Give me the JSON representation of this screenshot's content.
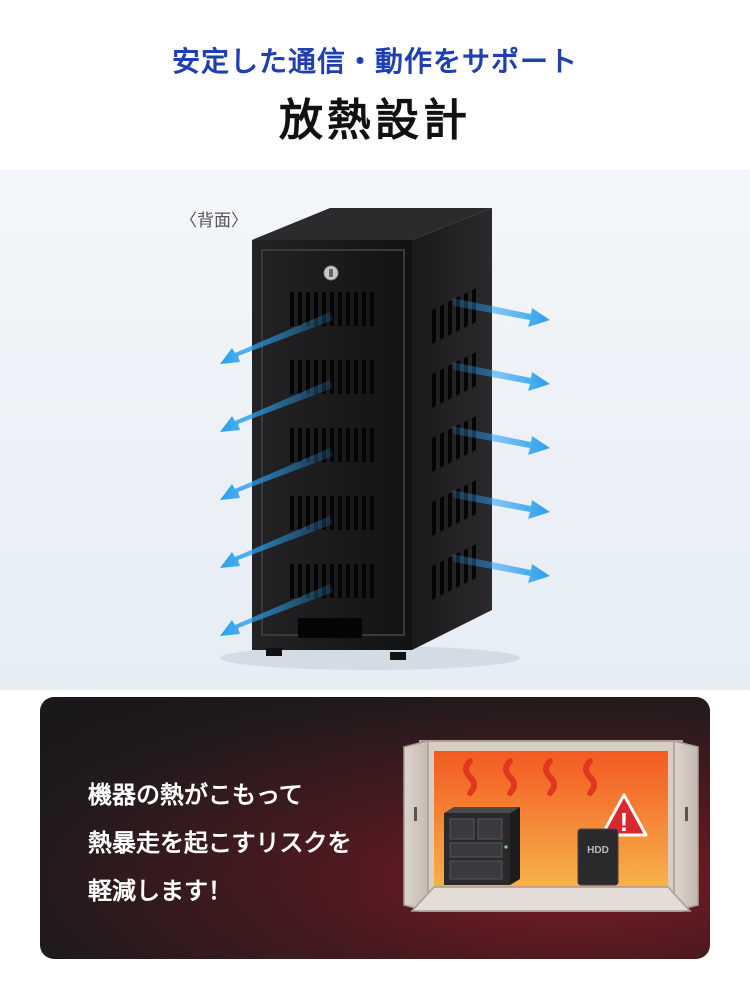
{
  "header": {
    "subtitle": "安定した通信・動作をサポート",
    "title": "放熱設計"
  },
  "product": {
    "view_label": "〈背面〉"
  },
  "panel": {
    "lines": [
      "機器の熱がこもって",
      "熱暴走を起こすリスクを",
      "軽減します！"
    ],
    "hdd_label": "HDD",
    "warning_symbol": "!"
  },
  "colors": {
    "subtitle_blue": "#1f3fb0",
    "arrow_blue": "#2aa0ee",
    "panel_dark": "#191719",
    "panel_red": "#7a1c24",
    "heat_orange": "#f2792e",
    "warning_red": "#d9282e"
  },
  "icons": [
    "arrow-icon",
    "heat-wave-icon",
    "warning-icon",
    "key-lock-icon"
  ]
}
